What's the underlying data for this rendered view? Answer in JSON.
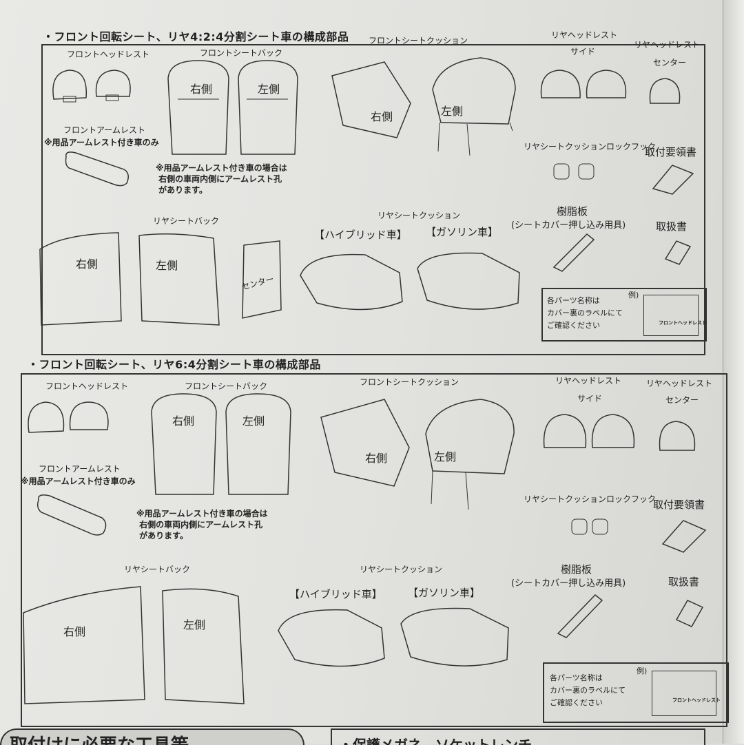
{
  "section1": {
    "title": "・フロント回転シート、リヤ4:2:4分割シート車の構成部品",
    "front_headrest": "フロントヘッドレスト",
    "front_seat_back": "フロントシートバック",
    "front_seat_cushion": "フロントシートクッション",
    "rear_headrest_side_1": "リヤヘッドレスト",
    "rear_headrest_side_2": "サイド",
    "rear_headrest_center_1": "リヤヘッドレスト",
    "rear_headrest_center_2": "センター",
    "front_armrest": "フロントアームレスト",
    "armrest_note": "※用品アームレスト付き車のみ",
    "right": "右側",
    "left": "左側",
    "armrest_hole_note": "※用品アームレスト付き車の場合は\n 右側の車両内側にアームレスト孔\n があります。",
    "lock_hook": "リヤシートクッションロックフック",
    "manual_install": "取付要領書",
    "rear_seat_back": "リヤシートバック",
    "center": "センター",
    "rear_seat_cushion": "リヤシートクッション",
    "hybrid": "【ハイブリッド車】",
    "gasoline": "【ガソリン車】",
    "resin_plate": "樹脂板",
    "resin_plate_sub": "(シートカバー押し込み用具)",
    "handling_manual": "取扱書",
    "example_label": "例)",
    "example_text": "各パーツ名称は\nカバー裏のラベルにて\nご確認ください",
    "example_tag": "フロントヘッドレスト"
  },
  "section2": {
    "title": "・フロント回転シート、リヤ6:4分割シート車の構成部品",
    "front_headrest": "フロントヘッドレスト",
    "front_seat_back": "フロントシートバック",
    "front_seat_cushion": "フロントシートクッション",
    "rear_headrest_side_1": "リヤヘッドレスト",
    "rear_headrest_side_2": "サイド",
    "rear_headrest_center_1": "リヤヘッドレスト",
    "rear_headrest_center_2": "センター",
    "front_armrest": "フロントアームレスト",
    "armrest_note": "※用品アームレスト付き車のみ",
    "right": "右側",
    "left": "左側",
    "armrest_hole_note": "※用品アームレスト付き車の場合は\n 右側の車両内側にアームレスト孔\n があります。",
    "lock_hook": "リヤシートクッションロックフック",
    "manual_install": "取付要領書",
    "rear_seat_back": "リヤシートバック",
    "rear_seat_cushion": "リヤシートクッション",
    "hybrid": "【ハイブリッド車】",
    "gasoline": "【ガソリン車】",
    "resin_plate": "樹脂板",
    "resin_plate_sub": "(シートカバー押し込み用具)",
    "handling_manual": "取扱書",
    "example_label": "例)",
    "example_text": "各パーツ名称は\nカバー裏のラベルにて\nご確認ください",
    "example_tag": "フロントヘッドレスト"
  },
  "footer": {
    "left_text": "取付けに必要な工具等",
    "right_text": "・保護メガネ、ソケットレンチ"
  }
}
